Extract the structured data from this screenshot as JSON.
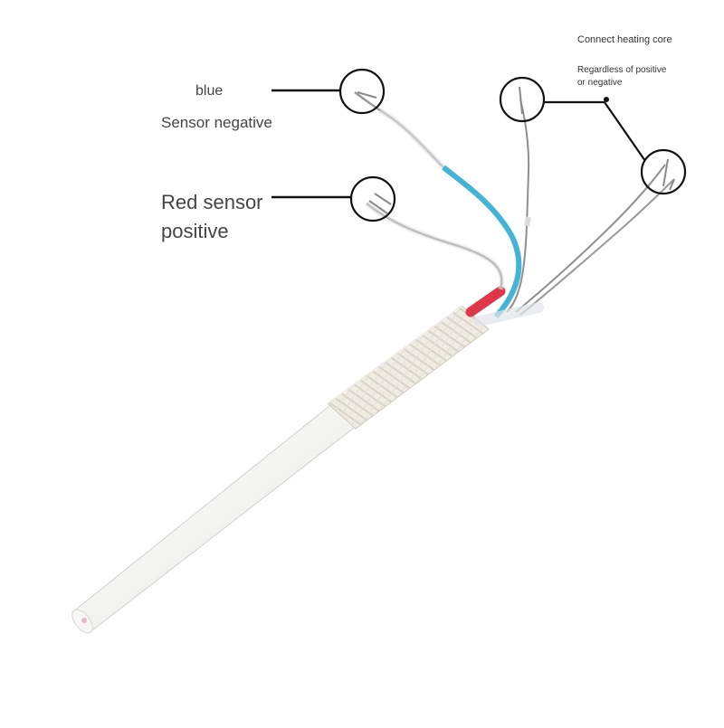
{
  "labels": {
    "blue": "blue",
    "sensor_negative": "Sensor negative",
    "red_sensor_line1": "Red sensor",
    "red_sensor_line2": "positive",
    "connect_heating_core": "Connect heating core",
    "regardless_line1": "Regardless of positive",
    "regardless_line2": "or negative"
  },
  "colors": {
    "ceramic_body": "#f3f3f1",
    "braid_sleeve": "#ece9e0",
    "red_wire": "#e0364a",
    "blue_wire": "#45b3d6",
    "lead_wire": "#8a8a8a",
    "leader_line": "#111111"
  }
}
